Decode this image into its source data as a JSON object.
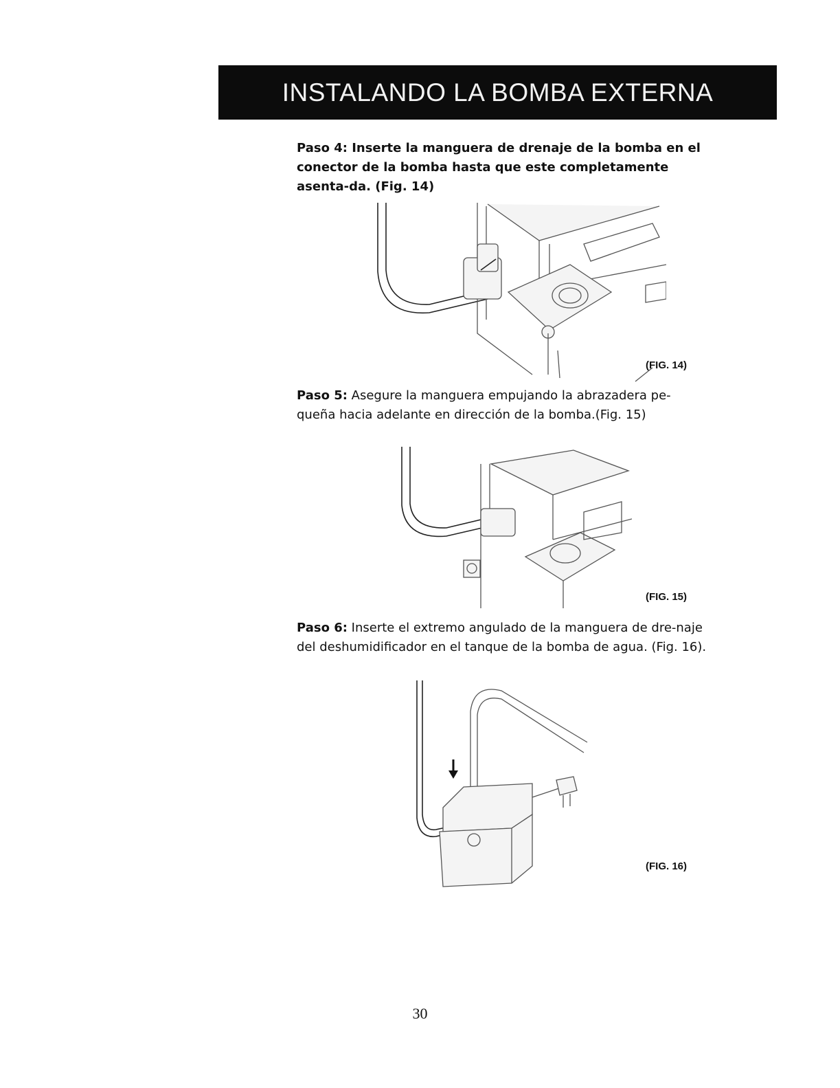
{
  "header": {
    "title": "INSTALANDO LA BOMBA EXTERNA"
  },
  "steps": [
    {
      "label": "Paso 4:",
      "text": " Inserte la manguera de drenaje de la bomba en el conector de la bomba hasta que este completamente asenta-da. (Fig. 14)"
    },
    {
      "label": "Paso 5:",
      "text": " Asegure la manguera empujando la abrazadera pe-queña hacia adelante en dirección de la bomba.(Fig. 15)"
    },
    {
      "label": "Paso 6:",
      "text": " Inserte el extremo angulado de la manguera de dre-naje del deshumidificador en el tanque de la bomba de agua. (Fig. 16)."
    }
  ],
  "figures": [
    {
      "caption": "(FIG. 14)"
    },
    {
      "caption": "(FIG. 15)"
    },
    {
      "caption": "(FIG. 16)"
    }
  ],
  "page_number": "30"
}
